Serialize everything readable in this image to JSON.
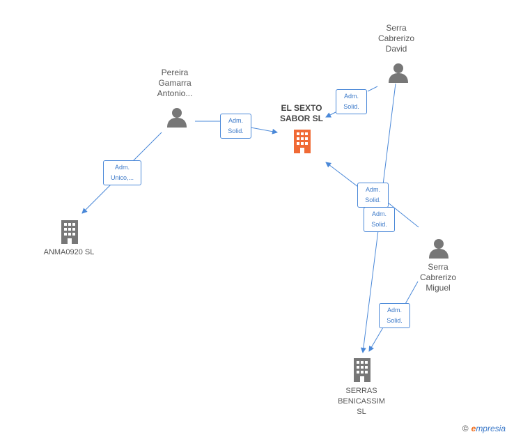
{
  "persons": {
    "pereira": {
      "lines": [
        "Pereira",
        "Gamarra",
        "Antonio..."
      ]
    },
    "david": {
      "lines": [
        "Serra",
        "Cabrerizo",
        "David"
      ]
    },
    "miguel": {
      "lines": [
        "Serra",
        "Cabrerizo",
        "Miguel"
      ]
    }
  },
  "companies": {
    "main": {
      "lines": [
        "EL SEXTO",
        "SABOR SL"
      ]
    },
    "anma": {
      "lines": [
        "ANMA0920 SL"
      ]
    },
    "serras": {
      "lines": [
        "SERRAS",
        "BENICASSIM",
        "SL"
      ]
    }
  },
  "edges": {
    "pereira_main": [
      "Adm.",
      "Solid."
    ],
    "pereira_anma": [
      "Adm.",
      "Unico,..."
    ],
    "david_main": [
      "Adm.",
      "Solid."
    ],
    "miguel_main": [
      "Adm.",
      "Solid."
    ],
    "david_serras": [
      "Adm.",
      "Solid."
    ],
    "miguel_serras": [
      "Adm.",
      "Solid."
    ]
  },
  "footer": {
    "copyright": "©",
    "brand_e": "e",
    "brand_rest": "mpresia"
  },
  "colors": {
    "edge": "#4a88d8",
    "main_company": "#f06a35",
    "node_gray": "#777777"
  }
}
